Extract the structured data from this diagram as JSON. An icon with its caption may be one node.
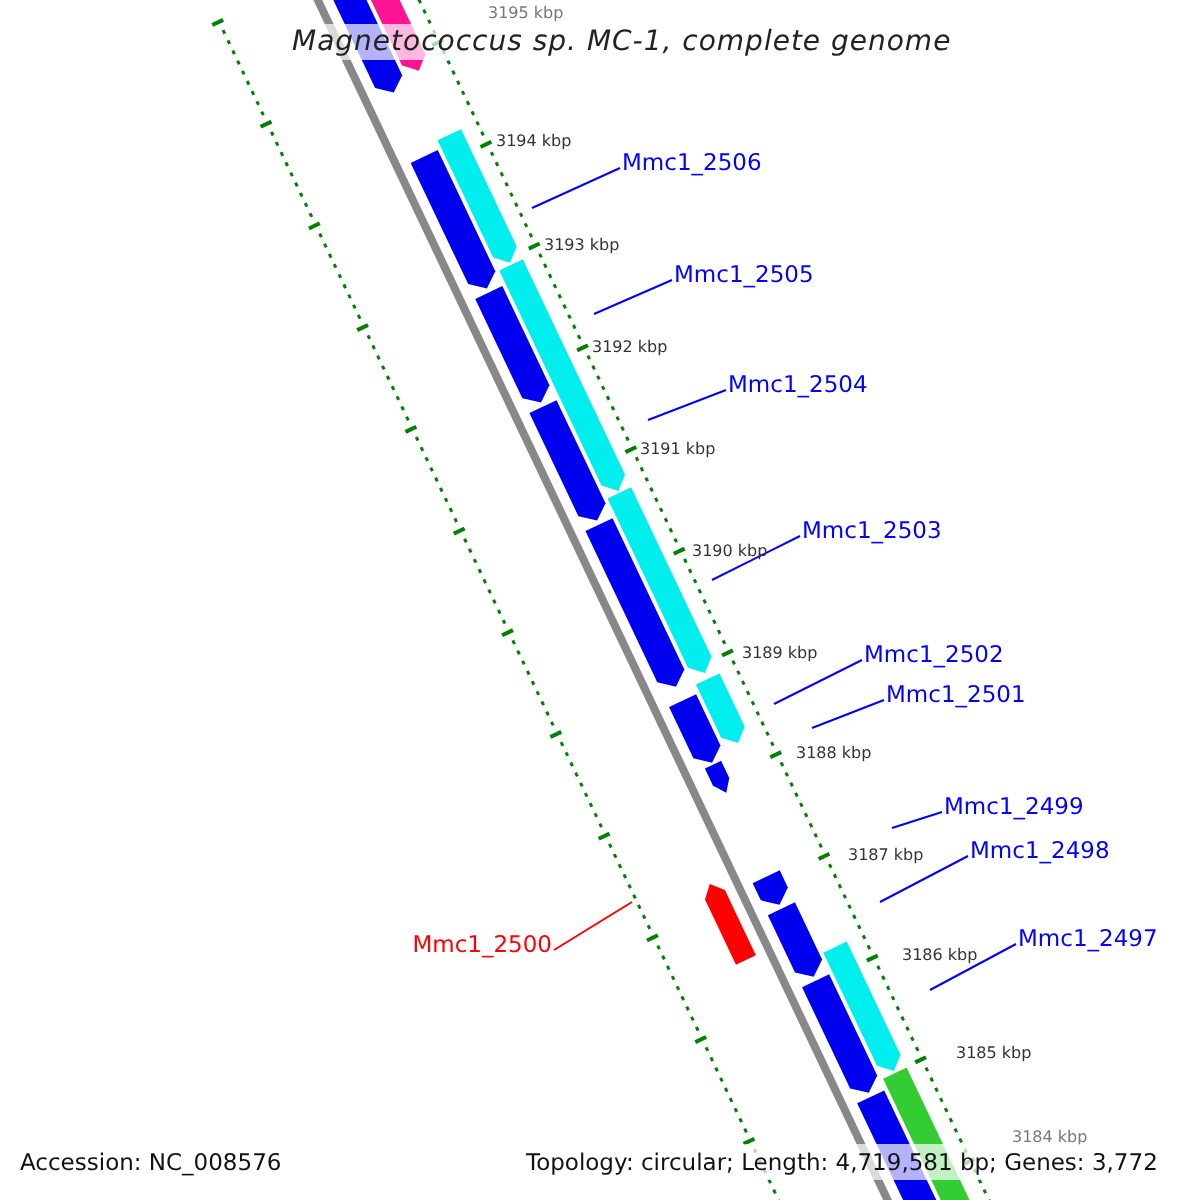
{
  "diagram": {
    "title": "Magnetococcus sp. MC-1, complete genome",
    "nodes": [
      {
        "text": [
          "Mmc1_2506"
        ]
      },
      {
        "text": [
          "Mmc1_2505"
        ]
      },
      {
        "text": [
          "Mmc1_2504"
        ]
      },
      {
        "text": [
          "Mmc1_2503"
        ]
      },
      {
        "text": [
          "Mmc1_2502"
        ]
      },
      {
        "text": [
          "Mmc1_2501"
        ]
      },
      {
        "text": [
          "Mmc1_2499"
        ]
      },
      {
        "text": [
          "Mmc1_2498"
        ]
      },
      {
        "text": [
          "Mmc1_2497"
        ]
      },
      {
        "text": [
          "Mmc1_2500"
        ]
      }
    ],
    "edges": [
      {
        "from": 0,
        "to": null,
        "arrow": "none"
      },
      {
        "from": 1,
        "to": null,
        "arrow": "none"
      },
      {
        "from": 2,
        "to": null,
        "arrow": "none"
      },
      {
        "from": 3,
        "to": null,
        "arrow": "none"
      },
      {
        "from": 4,
        "to": null,
        "arrow": "none"
      },
      {
        "from": 5,
        "to": null,
        "arrow": "none"
      },
      {
        "from": 6,
        "to": null,
        "arrow": "none"
      },
      {
        "from": 7,
        "to": null,
        "arrow": "none"
      },
      {
        "from": 8,
        "to": null,
        "arrow": "none"
      },
      {
        "from": 9,
        "to": null,
        "arrow": "none",
        "color": "#ff0000"
      }
    ],
    "labels": [
      "3195 kbp",
      "3194 kbp",
      "3193 kbp",
      "3192 kbp",
      "3191 kbp",
      "3190 kbp",
      "3189 kbp",
      "3188 kbp",
      "3187 kbp",
      "3186 kbp",
      "3185 kbp",
      "3184 kbp",
      "Accession: NC_008576",
      "Topology: circular; Length: 4,719,581 bp; Genes: 3,772"
    ]
  }
}
